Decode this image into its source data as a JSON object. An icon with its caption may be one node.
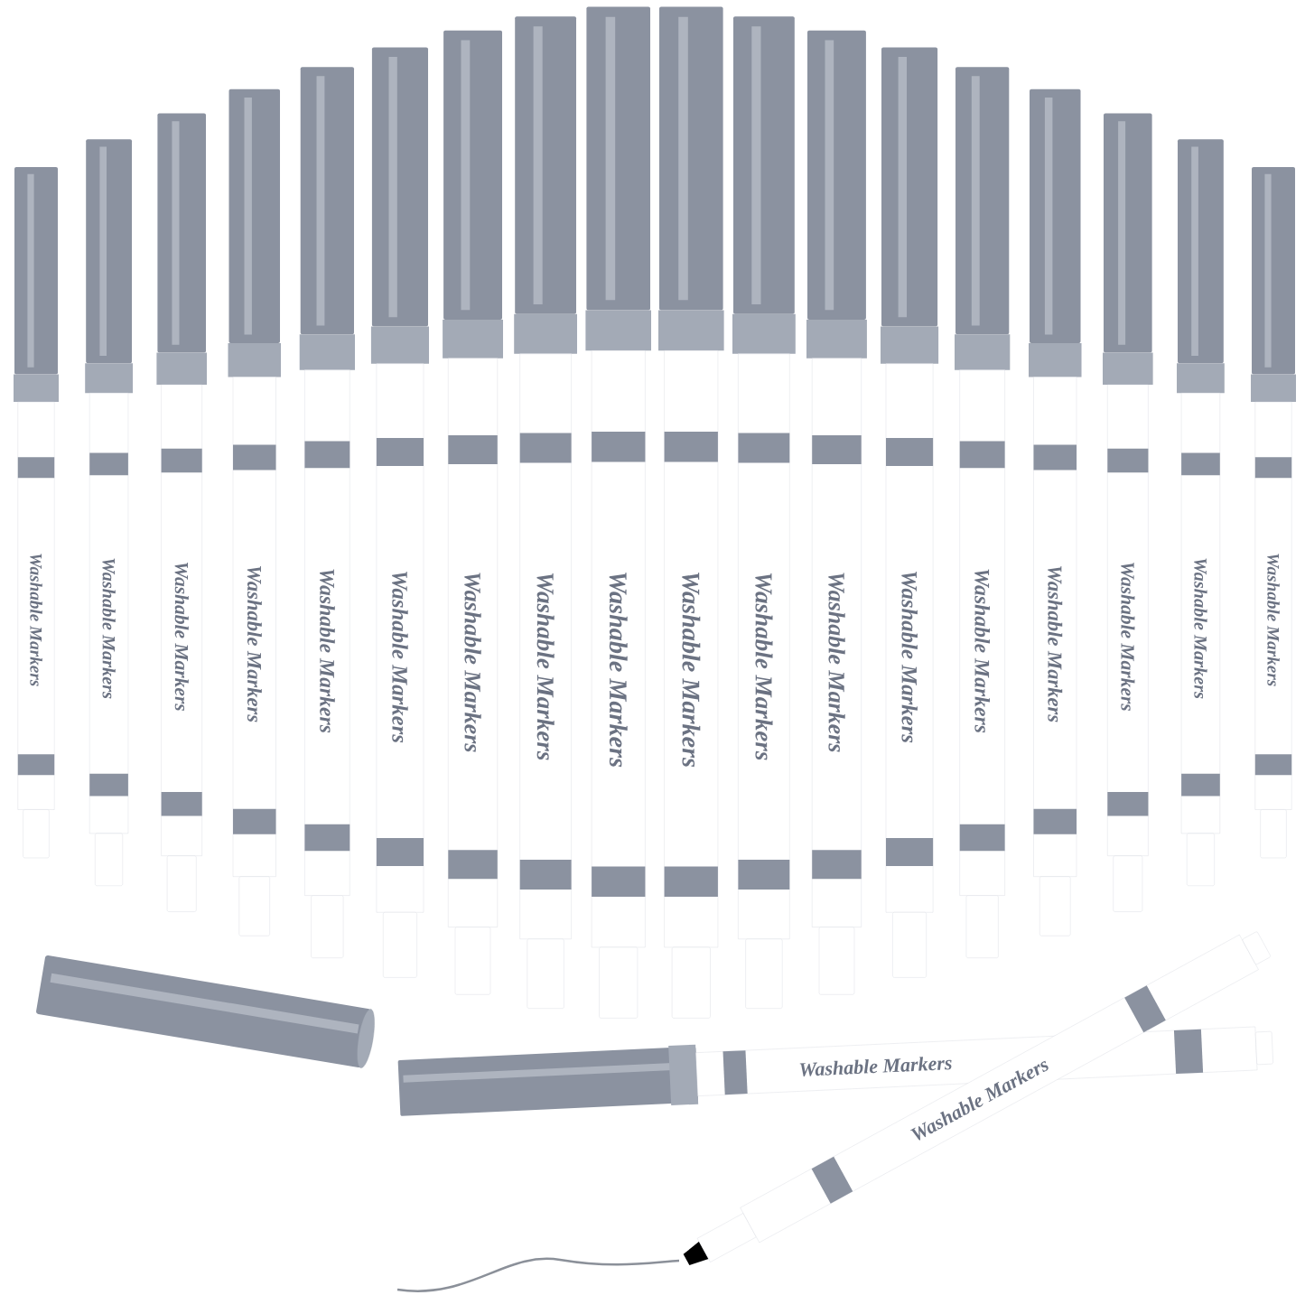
{
  "diagram": {
    "labels": [
      "Washable Markers",
      "Washable Markers",
      "Washable Markers",
      "Washable Markers",
      "Washable Markers",
      "Washable Markers",
      "Washable Markers",
      "Washable Markers",
      "Washable Markers",
      "Washable Markers",
      "Washable Markers",
      "Washable Markers",
      "Washable Markers",
      "Washable Markers",
      "Washable Markers",
      "Washable Markers",
      "Washable Markers",
      "Washable Markers",
      "Washable Markers",
      "Washable Markers"
    ]
  }
}
